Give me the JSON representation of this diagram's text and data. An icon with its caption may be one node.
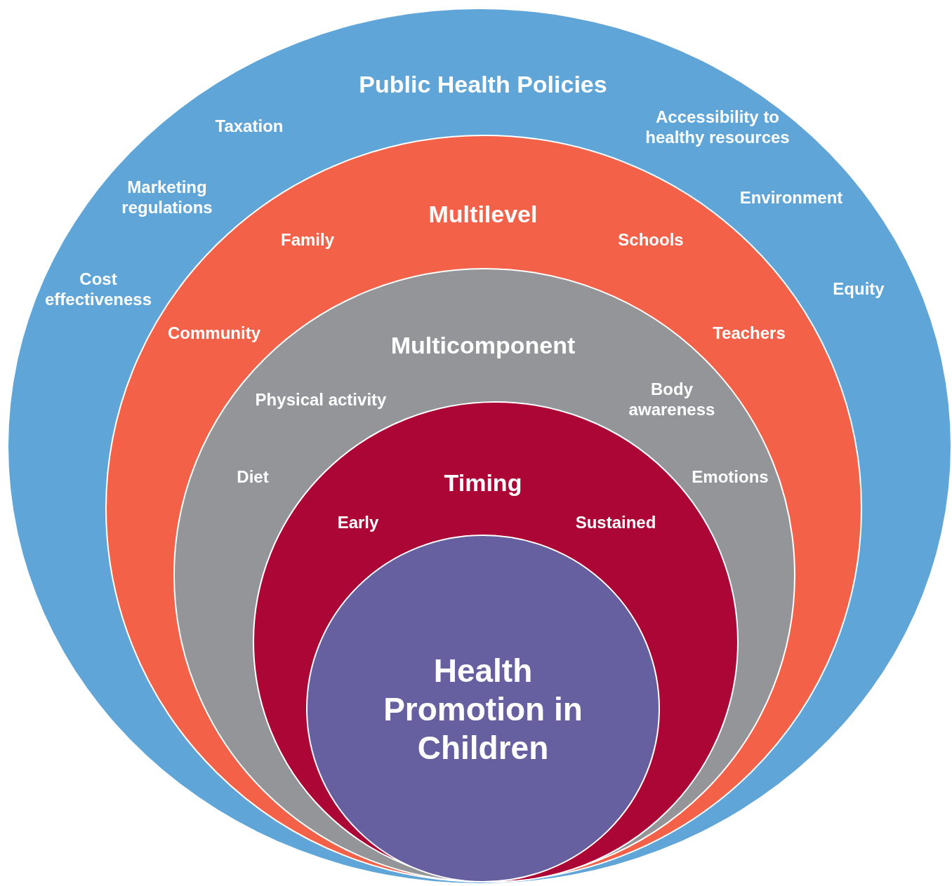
{
  "diagram": {
    "nodes": [
      {
        "text": [
          "Public Health Policies",
          "Taxation",
          "Accessibility to healthy resources",
          "Marketing regulations",
          "Environment",
          "Cost effectiveness",
          "Equity"
        ]
      },
      {
        "text": [
          "Multilevel",
          "Family",
          "Schools",
          "Community",
          "Teachers"
        ],
        "in": 0
      },
      {
        "text": [
          "Multicomponent",
          "Physical activity",
          "Body awareness",
          "Diet",
          "Emotions"
        ],
        "in": 1
      },
      {
        "text": [
          "Timing",
          "Early",
          "Sustained"
        ],
        "in": 2
      },
      {
        "text": [
          "Health Promotion in Children"
        ],
        "in": 3
      }
    ]
  }
}
